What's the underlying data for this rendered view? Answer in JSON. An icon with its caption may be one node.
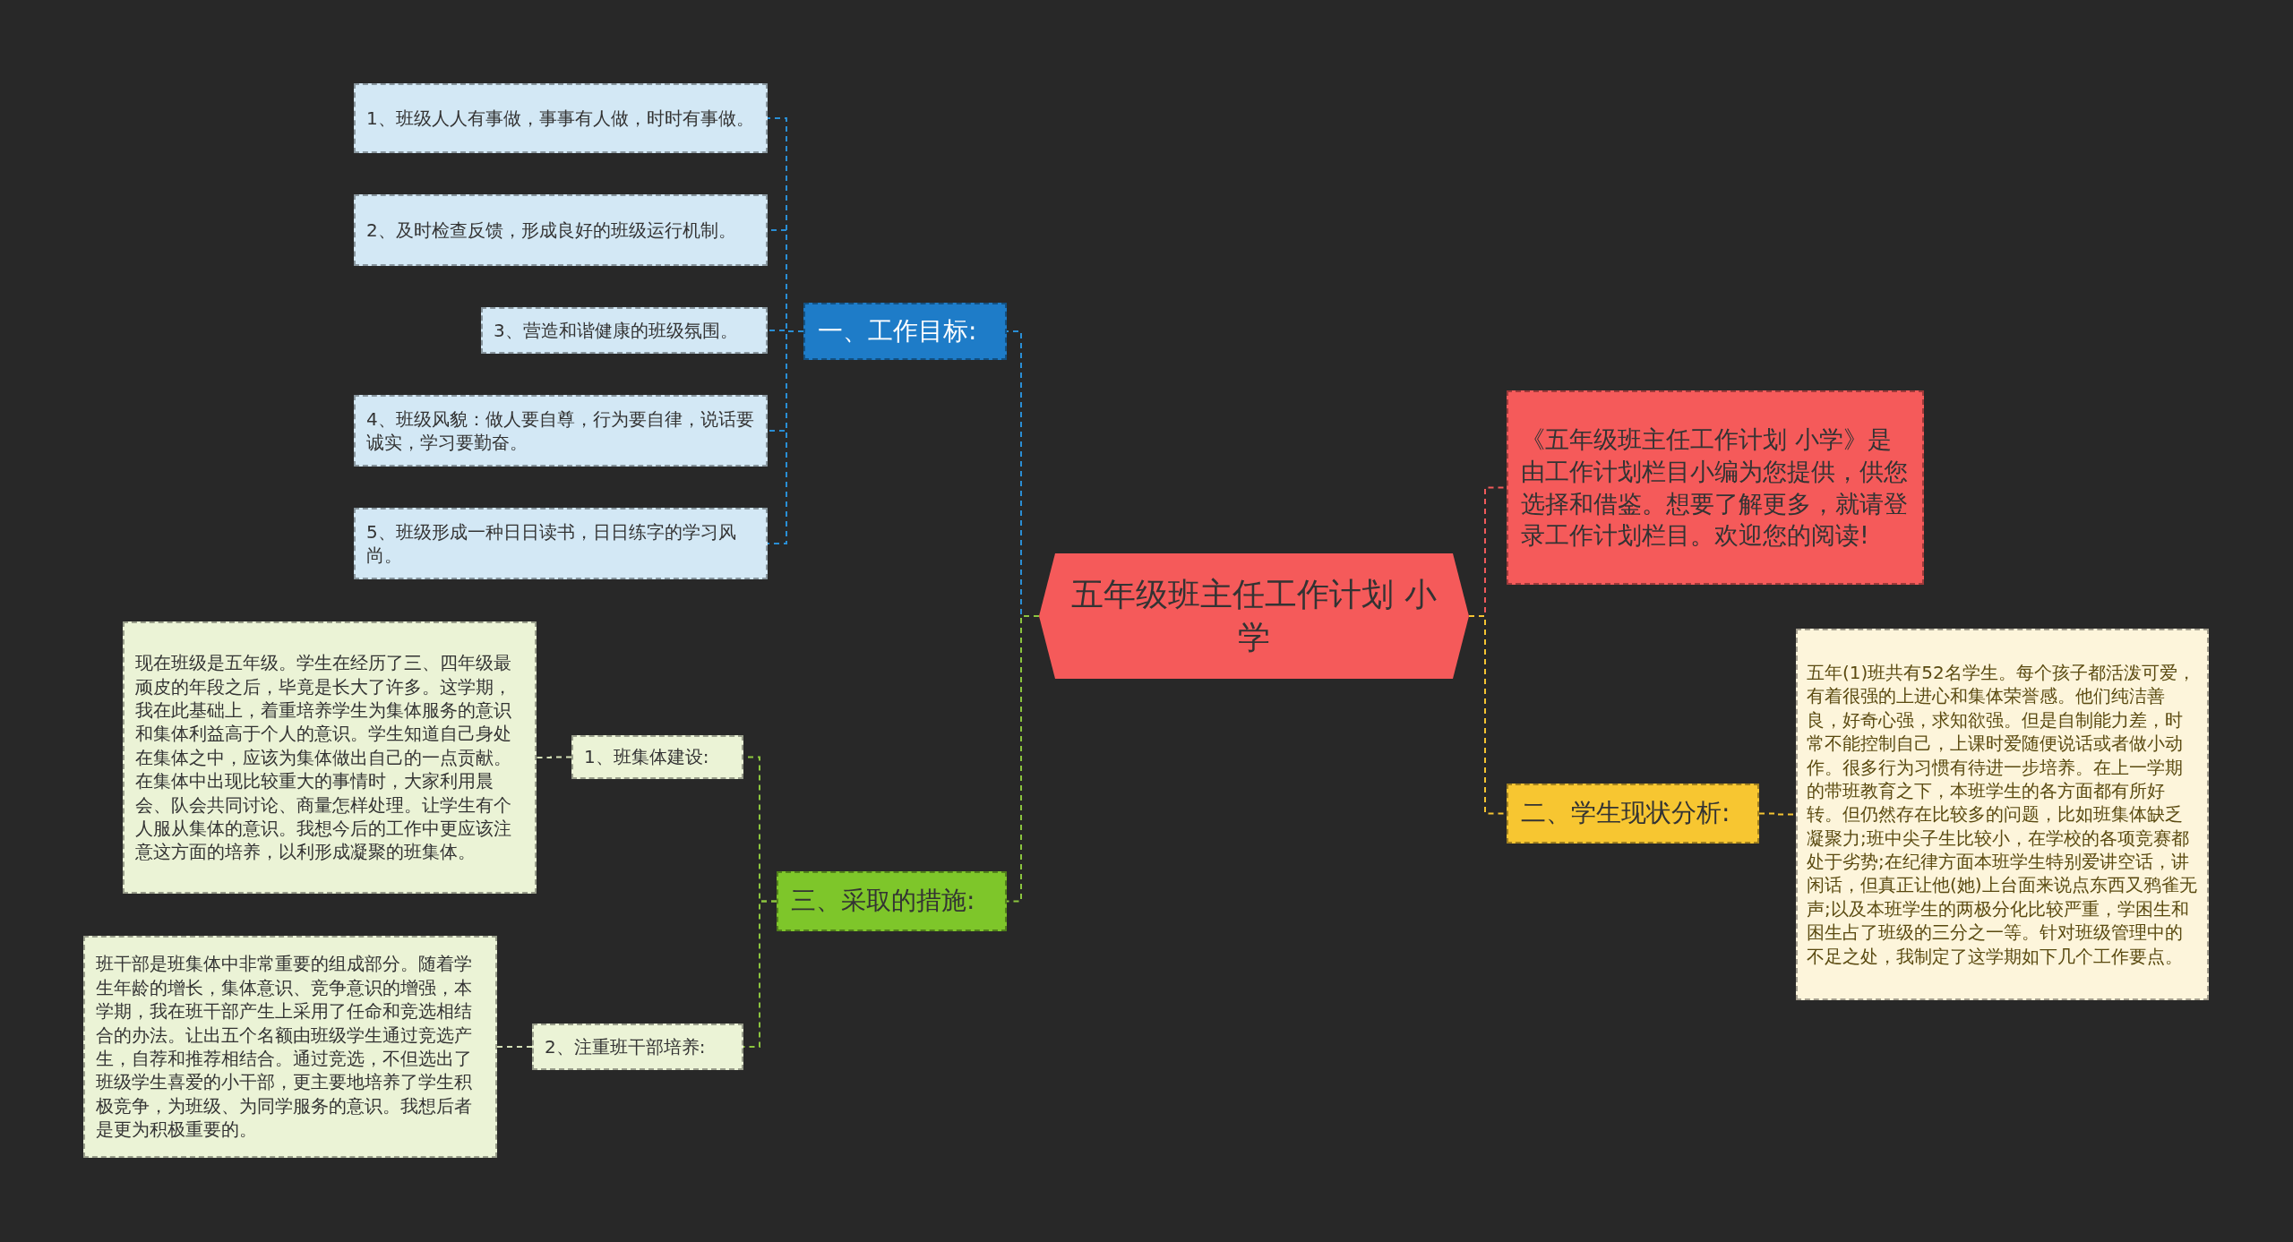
{
  "diagram": {
    "nodes": [
      {
        "text": [
          "五年级班主任工作计划 小学"
        ]
      },
      {
        "text": [
          "《五年级班主任工作计划 小学》是由工作计划栏目小编为您提供，供您选择和借鉴。想要了解更多，就请登录工作计划栏目。欢迎您的阅读!"
        ]
      },
      {
        "text": [
          "一、工作目标:"
        ]
      },
      {
        "text": [
          "1、班级人人有事做，事事有人做，时时有事做。"
        ]
      },
      {
        "text": [
          "2、及时检查反馈，形成良好的班级运行机制。"
        ]
      },
      {
        "text": [
          "3、营造和谐健康的班级氛围。"
        ]
      },
      {
        "text": [
          "4、班级风貌：做人要自尊，行为要自律，说话要诚实，学习要勤奋。"
        ]
      },
      {
        "text": [
          "5、班级形成一种日日读书，日日练字的学习风尚。"
        ]
      },
      {
        "text": [
          "二、学生现状分析:"
        ]
      },
      {
        "text": [
          "五年(1)班共有52名学生。每个孩子都活泼可爱，有着很强的上进心和集体荣誉感。他们纯洁善良，好奇心强，求知欲强。但是自制能力差，时常不能控制自己，上课时爱随便说话或者做小动作。很多行为习惯有待进一步培养。在上一学期的带班教育之下，本班学生的各方面都有所好转。但仍然存在比较多的问题，比如班集体缺乏凝聚力;班中尖子生比较小，在学校的各项竞赛都处于劣势;在纪律方面本班学生特别爱讲空话，讲闲话，但真正让他(她)上台面来说点东西又鸦雀无声;以及本班学生的两极分化比较严重，学困生和困生占了班级的三分之一等。针对班级管理中的不足之处，我制定了这学期如下几个工作要点。"
        ]
      },
      {
        "text": [
          "三、采取的措施:"
        ]
      },
      {
        "text": [
          "1、班集体建设:"
        ]
      },
      {
        "text": [
          "现在班级是五年级。学生在经历了三、四年级最顽皮的年段之后，毕竟是长大了许多。这学期，我在此基础上，着重培养学生为集体服务的意识和集体利益高于个人的意识。学生知道自己身处在集体之中，应该为集体做出自己的一点贡献。在集体中出现比较重大的事情时，大家利用晨会、队会共同讨论、商量怎样处理。让学生有个人服从集体的意识。我想今后的工作中更应该注意这方面的培养，以利形成凝聚的班集体。"
        ]
      },
      {
        "text": [
          "2、注重班干部培养:"
        ]
      },
      {
        "text": [
          "班干部是班集体中非常重要的组成部分。随着学生年龄的增长，集体意识、竞争意识的增强，本学期，我在班干部产生上采用了任命和竞选相结合的办法。让出五个名额由班级学生通过竞选产生，自荐和推荐相结合。通过竞选，不但选出了班级学生喜爱的小干部，更主要地培养了学生积极竞争，为班级、为同学服务的意识。我想后者是更为积极重要的。"
        ]
      }
    ],
    "edges": [
      {
        "from": 0,
        "to": 1,
        "arrow": "none",
        "style": "dashed",
        "color": "#f15a5a"
      },
      {
        "from": 0,
        "to": 2,
        "arrow": "none",
        "style": "dashed",
        "color": "#2a8fd6"
      },
      {
        "from": 2,
        "to": 3,
        "arrow": "none",
        "style": "dashed",
        "color": "#2a8fd6"
      },
      {
        "from": 2,
        "to": 4,
        "arrow": "none",
        "style": "dashed",
        "color": "#2a8fd6"
      },
      {
        "from": 2,
        "to": 5,
        "arrow": "none",
        "style": "dashed",
        "color": "#2a8fd6"
      },
      {
        "from": 2,
        "to": 6,
        "arrow": "none",
        "style": "dashed",
        "color": "#2a8fd6"
      },
      {
        "from": 2,
        "to": 7,
        "arrow": "none",
        "style": "dashed",
        "color": "#2a8fd6"
      },
      {
        "from": 0,
        "to": 8,
        "arrow": "none",
        "style": "dashed",
        "color": "#f5c431"
      },
      {
        "from": 8,
        "to": 9,
        "arrow": "none",
        "style": "dashed",
        "color": "#f5c431"
      },
      {
        "from": 0,
        "to": 10,
        "arrow": "none",
        "style": "dashed",
        "color": "#8cc63f"
      },
      {
        "from": 10,
        "to": 11,
        "arrow": "none",
        "style": "dashed",
        "color": "#8cc63f"
      },
      {
        "from": 11,
        "to": 12,
        "arrow": "none",
        "style": "dashed",
        "color": "#d6e2b8"
      },
      {
        "from": 10,
        "to": 13,
        "arrow": "none",
        "style": "dashed",
        "color": "#8cc63f"
      },
      {
        "from": 13,
        "to": 14,
        "arrow": "none",
        "style": "dashed",
        "color": "#d6e2b8"
      }
    ]
  }
}
